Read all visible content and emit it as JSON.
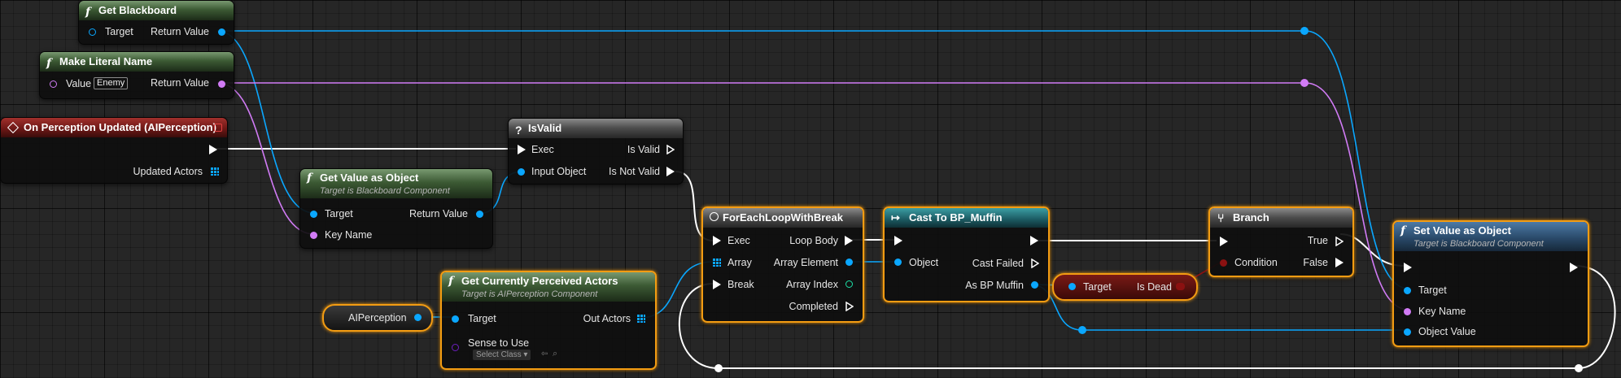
{
  "editor": "Blueprint Event Graph",
  "nodes": {
    "get_blackboard": {
      "title": "Get Blackboard",
      "in_pin": "Target",
      "out_pin": "Return Value"
    },
    "make_literal_name": {
      "title": "Make Literal Name",
      "in_pin": "Value",
      "literal": "Enemy",
      "out_pin": "Return Value"
    },
    "on_perception_updated": {
      "title": "On Perception Updated (AIPerception)",
      "out_pin": "Updated Actors"
    },
    "is_valid": {
      "title": "IsValid",
      "in_exec": "Exec",
      "in_obj": "Input Object",
      "out_valid": "Is Valid",
      "out_not_valid": "Is Not Valid"
    },
    "get_value_as_object": {
      "title": "Get Value as Object",
      "subtitle": "Target is Blackboard Component",
      "pin_target": "Target",
      "pin_key": "Key Name",
      "out_pin": "Return Value"
    },
    "foreach": {
      "title": "ForEachLoopWithBreak",
      "pin_exec": "Exec",
      "pin_array": "Array",
      "pin_break": "Break",
      "out_loop": "Loop Body",
      "out_elem": "Array Element",
      "out_index": "Array Index",
      "out_completed": "Completed"
    },
    "cast": {
      "title": "Cast To BP_Muffin",
      "pin_object": "Object",
      "out_failed": "Cast Failed",
      "out_as": "As BP Muffin"
    },
    "branch": {
      "title": "Branch",
      "pin_condition": "Condition",
      "out_true": "True",
      "out_false": "False"
    },
    "set_value_as_object": {
      "title": "Set Value as Object",
      "subtitle": "Target is Blackboard Component",
      "pin_target": "Target",
      "pin_key": "Key Name",
      "pin_value": "Object Value"
    },
    "get_perceived": {
      "title": "Get Currently Perceived Actors",
      "subtitle": "Target is AIPerception Component",
      "pin_target": "Target",
      "pin_sense": "Sense to Use",
      "sense_value": "Select Class",
      "out_pin": "Out Actors"
    },
    "aiperception_var": {
      "label": "AIPerception"
    },
    "is_dead": {
      "pin_target": "Target",
      "out_pin": "Is Dead"
    }
  },
  "colors": {
    "exec": "#ffffff",
    "object": "#0aa7ff",
    "name": "#d17bf5",
    "bool": "#8b1111",
    "int": "#1ce1a7",
    "selection": "#f39c12"
  }
}
